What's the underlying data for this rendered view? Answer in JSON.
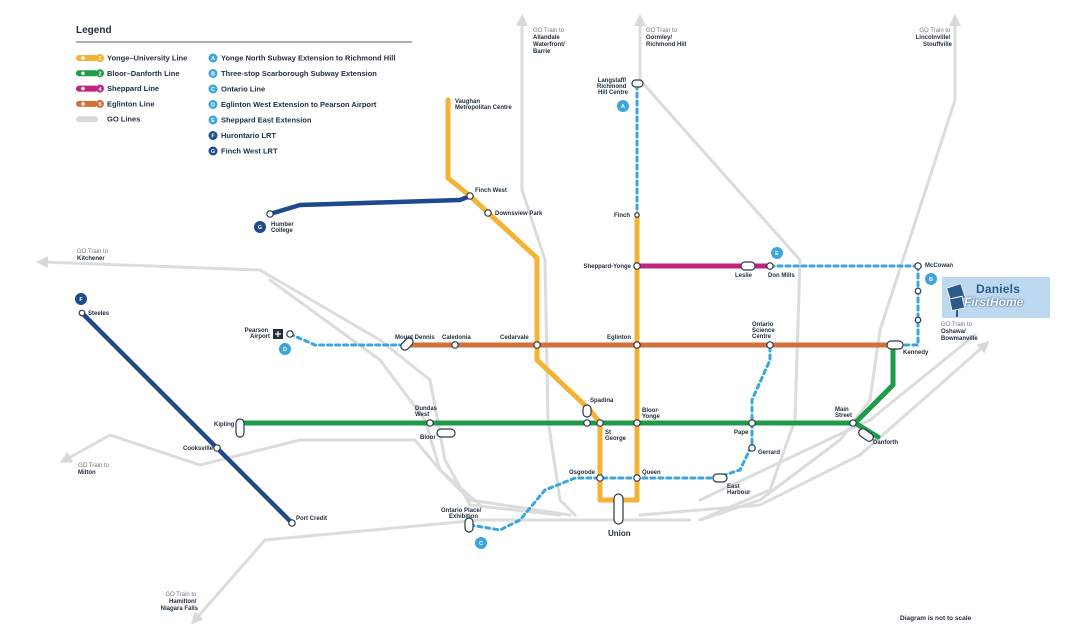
{
  "legend": {
    "title": "Legend",
    "lines": [
      {
        "number": "1",
        "label": "Yonge–University Line",
        "color": "#f5b335"
      },
      {
        "number": "2",
        "label": "Bloor–Danforth Line",
        "color": "#1f9a48"
      },
      {
        "number": "4",
        "label": "Sheppard Line",
        "color": "#c1237f"
      },
      {
        "number": "5",
        "label": "Eglinton Line",
        "color": "#d2703a"
      },
      {
        "number": "",
        "label": "GO Lines",
        "color": "#d9d9d9"
      }
    ],
    "projects": [
      {
        "letter": "A",
        "label": "Yonge North Subway Extension to Richmond Hill",
        "color": "#3aa6dd"
      },
      {
        "letter": "B",
        "label": "Three-stop Scarborough Subway Extension",
        "color": "#3aa6dd"
      },
      {
        "letter": "C",
        "label": "Ontario Line",
        "color": "#3aa6dd"
      },
      {
        "letter": "D",
        "label": "Eglinton West Extension to Pearson Airport",
        "color": "#3aa6dd"
      },
      {
        "letter": "E",
        "label": "Sheppard East Extension",
        "color": "#3aa6dd"
      },
      {
        "letter": "F",
        "label": "Hurontario LRT",
        "color": "#1c4a8c"
      },
      {
        "letter": "G",
        "label": "Finch West LRT",
        "color": "#1c4a8c"
      }
    ]
  },
  "go_labels": {
    "allandale": [
      "GO Train to",
      "Allandale",
      "Waterfront/",
      "Barrie"
    ],
    "gormley": [
      "GO Train to",
      "Gormley/",
      "Richmond Hill"
    ],
    "lincolnville": [
      "GO Train to",
      "Lincolnville/",
      "Stouffville"
    ],
    "kitchener": [
      "GO Train to",
      "Kitchener"
    ],
    "milton": [
      "GO Train to",
      "Milton"
    ],
    "hamilton": [
      "GO Train to",
      "Hamilton/",
      "Niagara Falls"
    ],
    "oshawa": [
      "GO Train to",
      "Oshawa/",
      "Bowmanville"
    ]
  },
  "stations": {
    "langstaff": [
      "Langstaff/",
      "Richmond",
      "Hill Centre"
    ],
    "vaughan": [
      "Vaughan",
      "Metropolitan Centre"
    ],
    "finch_west": "Finch West",
    "downsview": "Downsview Park",
    "humber": [
      "Humber",
      "College"
    ],
    "finch": "Finch",
    "sheppard_yonge": "Sheppard-Yonge",
    "leslie": "Leslie",
    "don_mills": "Don Mills",
    "mccowan": "McCowan",
    "steeles": "Steeles",
    "pearson": [
      "Pearson",
      "Airport"
    ],
    "mount_dennis": "Mount Dennis",
    "caledonia": "Caledonia",
    "cedarvale": "Cedarvale",
    "eglinton": "Eglinton",
    "ontario_science": [
      "Ontario",
      "Science",
      "Centre"
    ],
    "kennedy": "Kennedy",
    "spadina": "Spadina",
    "bloor_yonge": [
      "Bloor-",
      "Yonge"
    ],
    "st_george": [
      "St",
      "George"
    ],
    "dundas_west": [
      "Dundas",
      "West"
    ],
    "bloor": "Bloor",
    "kipling": "Kipling",
    "main_street": [
      "Main",
      "Street"
    ],
    "danforth": "Danforth",
    "pape": "Pape",
    "gerrard": "Gerrard",
    "cooksville": "Cooksville",
    "osgoode": "Osgoode",
    "queen": "Queen",
    "east_harbour": [
      "East",
      "Harbour"
    ],
    "union": "Union",
    "ontario_place": [
      "Ontario Place/",
      "Exhibition"
    ],
    "port_credit": "Port Credit"
  },
  "footnote": "Diagram is not to scale",
  "brand": {
    "line1": "Daniels",
    "line2": "FirstHome"
  },
  "colors": {
    "yonge_university": "#f5b335",
    "bloor_danforth": "#1f9a48",
    "sheppard": "#c1237f",
    "eglinton": "#d2703a",
    "go": "#d9d9d9",
    "extension": "#3aa6dd",
    "lrt": "#1c4a8c"
  }
}
